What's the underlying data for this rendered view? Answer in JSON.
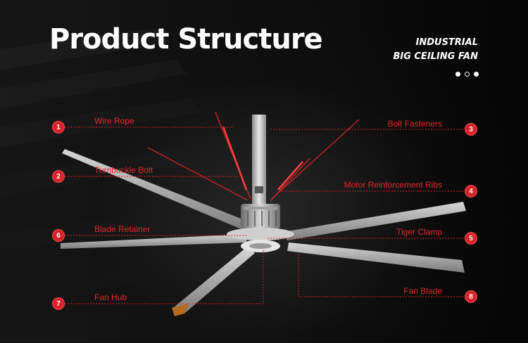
{
  "title": "Product Structure",
  "subtitle": {
    "line1": "INDUSTRIAL",
    "line2": "BIG CEILING FAN"
  },
  "carousel": {
    "slides": 3,
    "active_index": 0
  },
  "accent_color": "#d8232a",
  "parts": [
    {
      "number": "1",
      "label": "Wire Rope"
    },
    {
      "number": "2",
      "label": "Turnbuckle Bolt"
    },
    {
      "number": "3",
      "label": "Bolt Fasteners"
    },
    {
      "number": "4",
      "label": "Motor Reinforcement Ribs"
    },
    {
      "number": "5",
      "label": "Tiger Clamp"
    },
    {
      "number": "6",
      "label": "Blade Retainer"
    },
    {
      "number": "7",
      "label": "Fan Hub"
    },
    {
      "number": "8",
      "label": "Fan Blade"
    }
  ]
}
